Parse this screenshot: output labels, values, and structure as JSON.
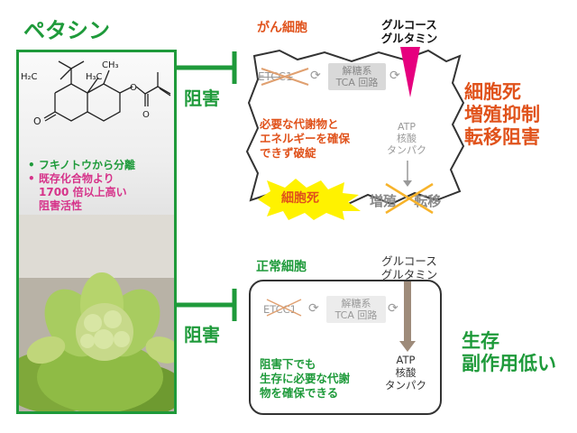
{
  "title": "ペタシン",
  "compound_labels": {
    "h3c": "H₃C",
    "h2c": "H₂C",
    "o_left": "O",
    "ch3": "CH₃",
    "o_ester": "O",
    "o_carbonyl": "O"
  },
  "bullets": [
    {
      "text": "フキノトウから分離",
      "color": "#1e9a3a"
    },
    {
      "text": "既存化合物より",
      "color": "#d6338a"
    },
    {
      "text": "1700 倍以上高い",
      "color": "#d6338a"
    },
    {
      "text": "阻害活性",
      "color": "#d6338a"
    }
  ],
  "inhibit_label_top": "阻害",
  "inhibit_label_bottom": "阻害",
  "cancer": {
    "title": "がん細胞",
    "nutrients": [
      "グルコース",
      "グルタミン"
    ],
    "etcc": "ETCC1",
    "glycolysis": [
      "解糖系",
      "TCA 回路"
    ],
    "products": [
      "ATP",
      "核酸",
      "タンパク"
    ],
    "note": [
      "必要な代謝物と",
      "エネルギーを確保",
      "できず破綻"
    ],
    "death": "細胞死",
    "blocked": [
      "増殖",
      "転移"
    ]
  },
  "cancer_outcome": [
    "細胞死",
    "増殖抑制",
    "転移阻害"
  ],
  "normal": {
    "title": "正常細胞",
    "nutrients": [
      "グルコース",
      "グルタミン"
    ],
    "etcc": "ETCC1",
    "glycolysis": [
      "解糖系",
      "TCA 回路"
    ],
    "products": [
      "ATP",
      "核酸",
      "タンパク"
    ],
    "note": [
      "阻害下でも",
      "生存に必要な代謝",
      "物を確保できる"
    ]
  },
  "normal_outcome": [
    "生存",
    "副作用低い"
  ],
  "colors": {
    "green": "#1e9a3a",
    "orange": "#e0521b",
    "magenta": "#e6007e",
    "brown": "#9e8b7a",
    "yellow": "#fff200"
  }
}
